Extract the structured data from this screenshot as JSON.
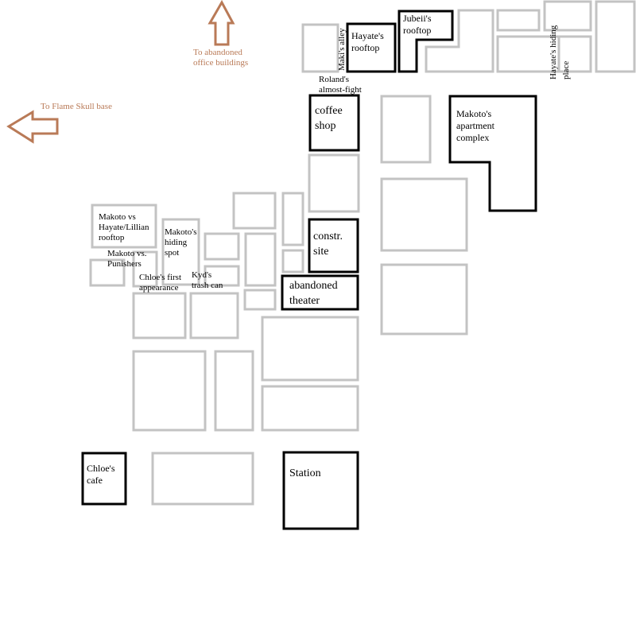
{
  "directions": {
    "north": "To abandoned\noffice buildings",
    "west": "To Flame Skull base"
  },
  "landmarks": {
    "hayate_rooftop": "Hayate's\nrooftop",
    "jubeii_rooftop": "Jubeii's\nrooftop",
    "maki_alley": "Maki's alley",
    "hayate_hiding_1": "Hayate's hiding",
    "hayate_hiding_2": "place",
    "roland": "Roland's\nalmost-fight",
    "coffee_shop": "coffee\nshop",
    "makoto_apartment": "Makoto's\napartment\ncomplex",
    "constr_site": "constr.\nsite",
    "abandoned_theater": "abandoned\ntheater",
    "makoto_vs_hayate": "Makoto vs\nHayate/Lillian\nrooftop",
    "makoto_hiding": "Makoto's\nhiding\nspot",
    "makoto_vs_punishers": "Makoto vs.\nPunishers",
    "chloe_first": "Chloe's first\nappearance",
    "kyd_trash": "Kyd's\ntrash can",
    "chloe_cafe": "Chloe's\ncafe",
    "station": "Station"
  },
  "colors": {
    "highlight": "#000000",
    "building": "#c3c3c3",
    "direction": "#b97a57"
  }
}
